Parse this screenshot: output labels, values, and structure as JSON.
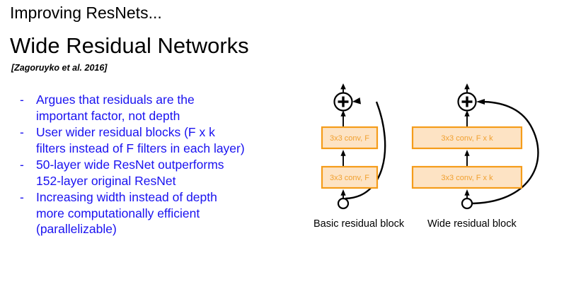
{
  "slide": {
    "eyebrow": "Improving ResNets...",
    "title": "Wide Residual Networks",
    "citation": "[Zagoruyko et al. 2016]",
    "background_color": "#ffffff"
  },
  "bullets": {
    "marker": "-",
    "text_color": "#1a12f0",
    "items": [
      "Argues that residuals are the\nimportant factor, not depth",
      "User wider residual blocks (F x k\nfilters instead of F filters in each layer)",
      "50-layer wide ResNet outperforms\n152-layer original ResNet",
      "Increasing width instead of depth\nmore computationally efficient\n(parallelizable)"
    ]
  },
  "diagram": {
    "box_fill_color": "#fde3c4",
    "box_border_color": "#f59c1a",
    "box_text_color": "#f0a030",
    "wire_color": "#000000",
    "blocks": [
      {
        "caption": "Basic residual block",
        "layers": [
          {
            "label": "3x3 conv, F"
          },
          {
            "label": "3x3 conv, F"
          }
        ],
        "sum_node": "plus",
        "skip_connection": "identity"
      },
      {
        "caption": "Wide residual block",
        "layers": [
          {
            "label": "3x3 conv, F x k"
          },
          {
            "label": "3x3 conv, F x k"
          }
        ],
        "sum_node": "plus",
        "skip_connection": "identity"
      }
    ]
  }
}
